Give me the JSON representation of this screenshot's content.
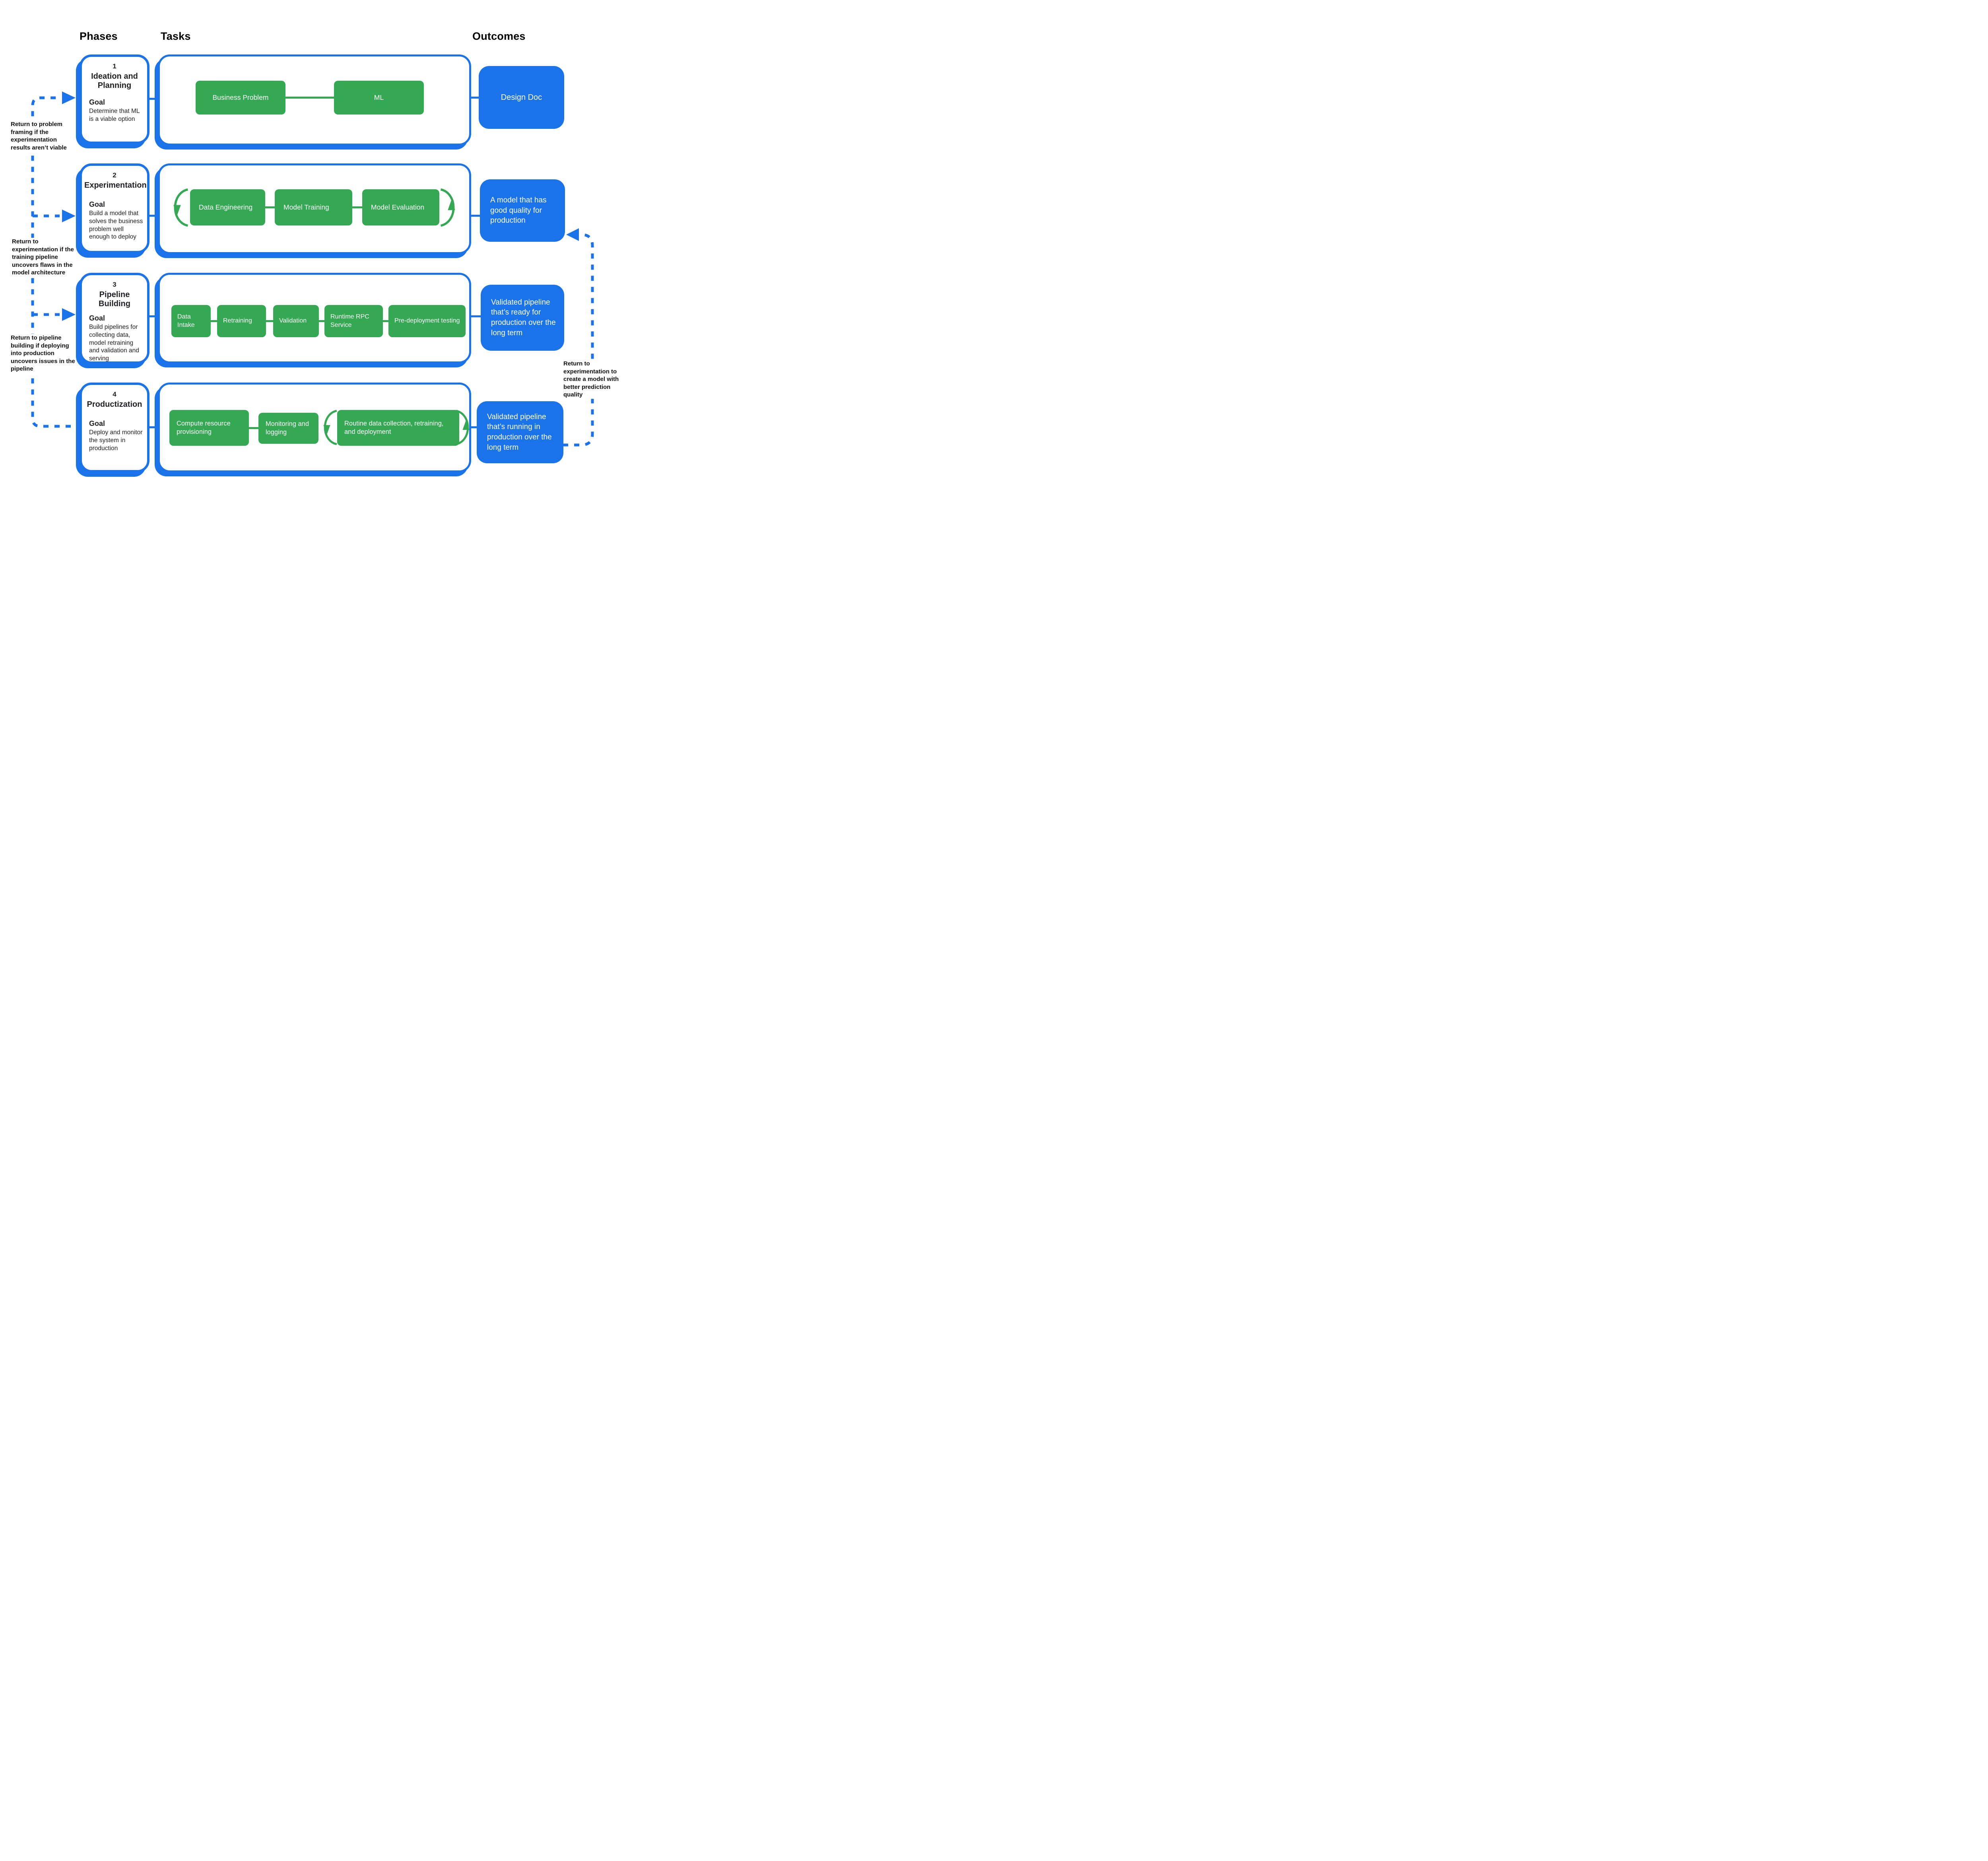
{
  "headers": {
    "phases": "Phases",
    "tasks": "Tasks",
    "outcomes": "Outcomes"
  },
  "phases": [
    {
      "number": "1",
      "title": "Ideation and Planning",
      "goal_label": "Goal",
      "goal": "Determine that ML is a viable option"
    },
    {
      "number": "2",
      "title": "Experimentation",
      "goal_label": "Goal",
      "goal": "Build a model that solves the business problem well enough to deploy"
    },
    {
      "number": "3",
      "title": "Pipeline Building",
      "goal_label": "Goal",
      "goal": "Build pipelines for collecting data, model retraining and validation and serving"
    },
    {
      "number": "4",
      "title": "Productization",
      "goal_label": "Goal",
      "goal": "Deploy and monitor the system in production"
    }
  ],
  "task_rows": [
    {
      "items": [
        "Business Problem",
        "ML"
      ]
    },
    {
      "items": [
        "Data Engineering",
        "Model Training",
        "Model Evaluation"
      ]
    },
    {
      "items": [
        "Data Intake",
        "Retraining",
        "Validation",
        "Runtime RPC Service",
        "Pre-deployment testing"
      ]
    },
    {
      "items": [
        "Compute resource provisioning",
        "Monitoring and logging",
        "Routine data collection, retraining, and deployment"
      ]
    }
  ],
  "outcomes": [
    {
      "text": "Design Doc"
    },
    {
      "text": "A model that has good quality for production"
    },
    {
      "text": "Validated pipeline that’s ready for production over the long term"
    },
    {
      "text": "Validated pipeline that’s running in production over the long term"
    }
  ],
  "annotations": {
    "left": [
      "Return to problem framing if the experimentation results aren’t viable",
      "Return to experimentation if the training pipeline uncovers flaws in the model architecture",
      "Return to pipeline building if deploying into production uncovers issues in the pipeline"
    ],
    "right": "Return to experimentation to create a model with better prediction quality"
  },
  "colors": {
    "blue": "#1a73e8",
    "green": "#34a853",
    "text": "#202124"
  }
}
